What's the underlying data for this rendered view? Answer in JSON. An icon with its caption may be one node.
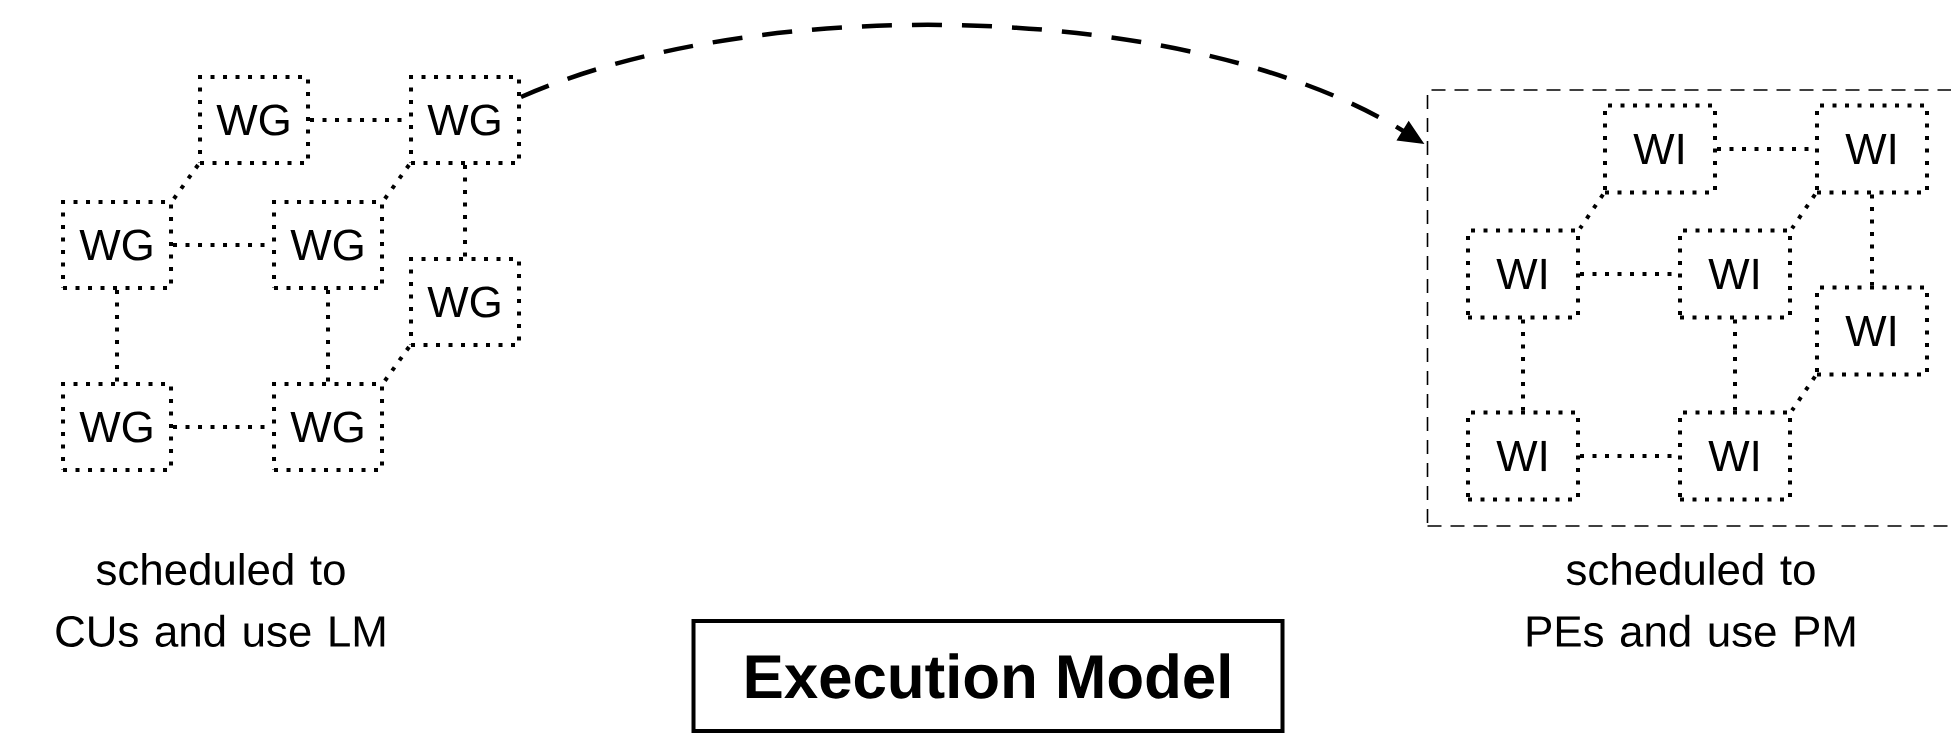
{
  "diagram": {
    "nodes": [
      {
        "text": [
          "WG"
        ]
      },
      {
        "text": [
          "WG"
        ]
      },
      {
        "text": [
          "WG"
        ]
      },
      {
        "text": [
          "WG"
        ]
      },
      {
        "text": [
          "WG"
        ]
      },
      {
        "text": [
          "WG"
        ]
      },
      {
        "text": [
          "WG"
        ]
      },
      {
        "text": [],
        "shape": "box"
      },
      {
        "text": [
          "WI"
        ],
        "in": 7
      },
      {
        "text": [
          "WI"
        ],
        "in": 7
      },
      {
        "text": [
          "WI"
        ],
        "in": 7
      },
      {
        "text": [
          "WI"
        ],
        "in": 7
      },
      {
        "text": [
          "WI"
        ],
        "in": 7
      },
      {
        "text": [
          "WI"
        ],
        "in": 7
      },
      {
        "text": [
          "WI"
        ],
        "in": 7
      },
      {
        "text": [
          "Execution Model"
        ]
      }
    ],
    "edges": [
      {
        "from": 0,
        "to": 1,
        "arrow": "none"
      },
      {
        "from": 0,
        "to": 2,
        "arrow": "none"
      },
      {
        "from": 1,
        "to": 3,
        "arrow": "none"
      },
      {
        "from": 1,
        "to": 4,
        "arrow": "none"
      },
      {
        "from": 2,
        "to": 3,
        "arrow": "none"
      },
      {
        "from": 2,
        "to": 5,
        "arrow": "none"
      },
      {
        "from": 3,
        "to": 6,
        "arrow": "none"
      },
      {
        "from": 4,
        "to": 6,
        "arrow": "none"
      },
      {
        "from": 5,
        "to": 6,
        "arrow": "none"
      },
      {
        "from": 8,
        "to": 9,
        "arrow": "none"
      },
      {
        "from": 8,
        "to": 10,
        "arrow": "none"
      },
      {
        "from": 9,
        "to": 11,
        "arrow": "none"
      },
      {
        "from": 9,
        "to": 12,
        "arrow": "none"
      },
      {
        "from": 10,
        "to": 11,
        "arrow": "none"
      },
      {
        "from": 10,
        "to": 13,
        "arrow": "none"
      },
      {
        "from": 11,
        "to": 14,
        "arrow": "none"
      },
      {
        "from": 12,
        "to": 14,
        "arrow": "none"
      },
      {
        "from": 13,
        "to": 14,
        "arrow": "none"
      },
      {
        "from": 1,
        "to": 7,
        "arrow": "to",
        "style": "dashed"
      }
    ],
    "labels": [
      "scheduled to CUs and use LM",
      "scheduled to PEs and use PM"
    ]
  }
}
